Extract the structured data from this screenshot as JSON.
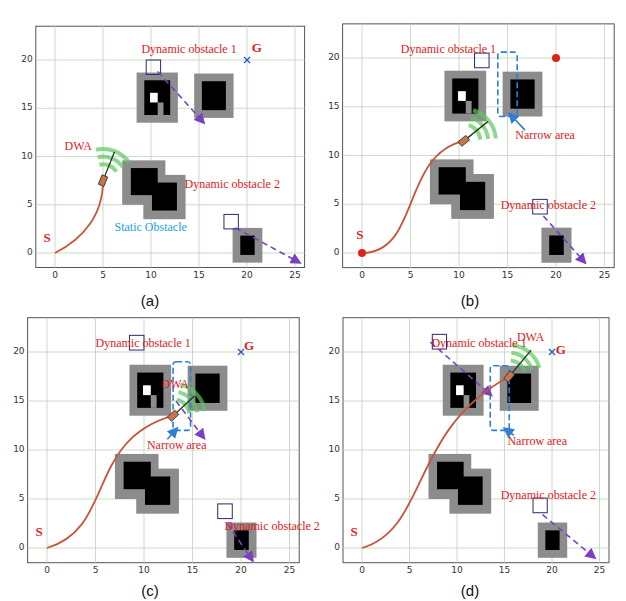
{
  "diagram": {
    "labels": [
      "Dynamic obstacle 1",
      "G",
      "DWA",
      "Static Obstacle",
      "Dynamic obstacle 2",
      "S",
      "0",
      "5",
      "10",
      "15",
      "20",
      "25",
      "0",
      "5",
      "10",
      "15",
      "20",
      "(a)",
      "Dynamic obstacle 1",
      "Narrow area",
      "Dynamic obstacle 2",
      "S",
      "0",
      "5",
      "10",
      "15",
      "20",
      "25",
      "0",
      "5",
      "10",
      "15",
      "20",
      "(b)",
      "Dynamic obstacle 1",
      "G",
      "DWA",
      "Narrow area",
      "Dynamic obstacle 2",
      "S",
      "0",
      "5",
      "10",
      "15",
      "20",
      "25",
      "0",
      "5",
      "10",
      "15",
      "20",
      "(c)",
      "Dynamic obstacle 1",
      "DWA",
      "G",
      "Narrow area",
      "Dynamic obstacle 2",
      "S",
      "0",
      "5",
      "10",
      "15",
      "20",
      "25",
      "0",
      "5",
      "10",
      "15",
      "20",
      "(d)"
    ]
  }
}
